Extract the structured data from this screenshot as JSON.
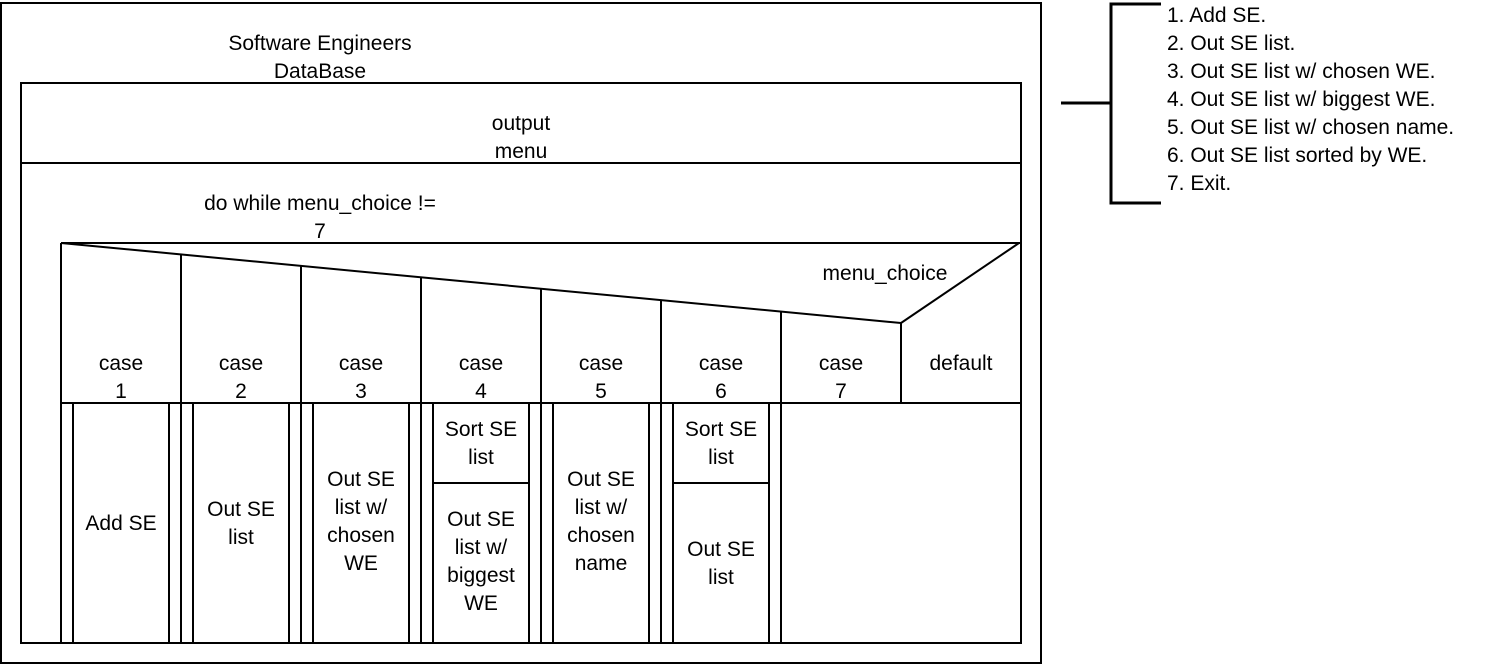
{
  "diagram": {
    "title": "Software Engineers\nDataBase",
    "output_block": "output\nmenu",
    "loop_condition": "do while menu_choice !=\n7",
    "switch_variable": "menu_choice",
    "cases": [
      {
        "label": "case\n1",
        "actions": [
          "Add SE"
        ]
      },
      {
        "label": "case\n2",
        "actions": [
          "Out SE\nlist"
        ]
      },
      {
        "label": "case\n3",
        "actions": [
          "Out SE\nlist w/\nchosen\nWE"
        ]
      },
      {
        "label": "case\n4",
        "actions": [
          "Sort SE\nlist",
          "Out SE\nlist w/\nbiggest\nWE"
        ]
      },
      {
        "label": "case\n5",
        "actions": [
          "Out SE\nlist w/\nchosen\nname"
        ]
      },
      {
        "label": "case\n6",
        "actions": [
          "Sort SE\nlist",
          "Out SE\nlist"
        ]
      },
      {
        "label": "case\n7",
        "actions": []
      }
    ],
    "default_label": "default"
  },
  "menu_legend": {
    "items": [
      "1. Add SE.",
      "2. Out SE list.",
      "3. Out SE list w/ chosen WE.",
      "4. Out SE list w/ biggest WE.",
      "5. Out SE list w/ chosen name.",
      "6. Out SE list sorted by WE.",
      "7. Exit."
    ]
  }
}
